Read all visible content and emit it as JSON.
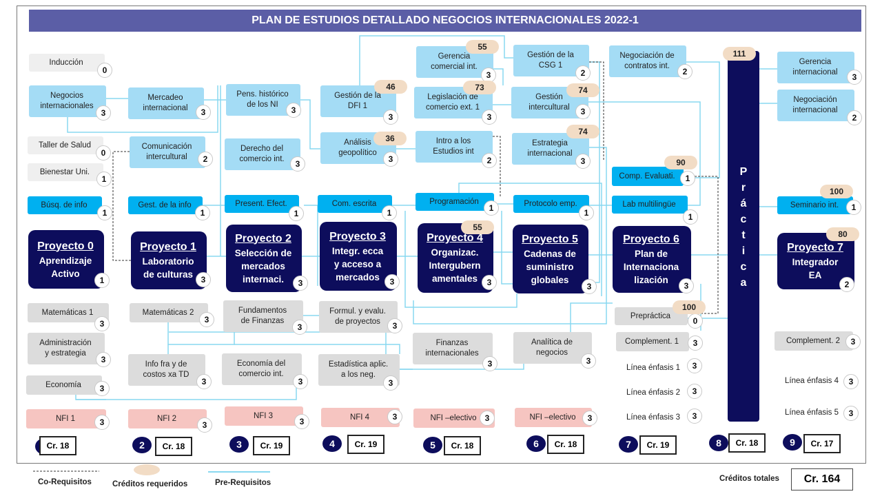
{
  "title": "PLAN DE ESTUDIOS DETALLADO NEGOCIOS INTERNACIONALES 2022-1",
  "colors": {
    "title_bg": "#5b5ea6",
    "project_bg": "#0d0d5c",
    "light_blue": "#a4dcf5",
    "blue": "#00b0f0",
    "gray": "#dcdcdc",
    "pink": "#f6c5c1",
    "req_badge": "#f2dcc5",
    "prereq_line": "#88d8f0"
  },
  "courses": [
    {
      "id": "induccion",
      "label": "Inducción",
      "credits": "0"
    },
    {
      "id": "negocios",
      "label": "Negocios\ninternacionales",
      "credits": "3"
    },
    {
      "id": "taller",
      "label": "Taller de Salud",
      "credits": "0"
    },
    {
      "id": "bienestar",
      "label": "Bienestar Uni.",
      "credits": "1"
    },
    {
      "id": "busq",
      "label": "Búsq. de info",
      "credits": "1"
    },
    {
      "id": "mercadeo",
      "label": "Mercadeo\ninternacional",
      "credits": "3"
    },
    {
      "id": "comunicacion",
      "label": "Comunicación\nintercultural",
      "credits": "2"
    },
    {
      "id": "gestinfo",
      "label": "Gest. de la info",
      "credits": "1"
    },
    {
      "id": "pens",
      "label": "Pens. histórico\nde los NI",
      "credits": "3"
    },
    {
      "id": "derecho",
      "label": "Derecho del\ncomercio int.",
      "credits": "3"
    },
    {
      "id": "present",
      "label": "Present. Efect.",
      "credits": "1"
    },
    {
      "id": "dfi",
      "label": "Gestión de la\nDFI 1",
      "credits": "3"
    },
    {
      "id": "analisis",
      "label": "Análisis\ngeopolítico",
      "credits": "3"
    },
    {
      "id": "comescrita",
      "label": "Com. escrita",
      "credits": "1"
    },
    {
      "id": "gercom",
      "label": "Gerencia\ncomercial int.",
      "credits": "3"
    },
    {
      "id": "legis",
      "label": "Legislación de\ncomercio ext. 1",
      "credits": "3"
    },
    {
      "id": "intro",
      "label": "Intro a los\nEstudios int",
      "credits": "2"
    },
    {
      "id": "programacion",
      "label": "Programación",
      "credits": "1"
    },
    {
      "id": "csg",
      "label": "Gestión de la\nCSG 1",
      "credits": "2"
    },
    {
      "id": "gestint",
      "label": "Gestión\nintercultural",
      "credits": "3"
    },
    {
      "id": "estrategia",
      "label": "Estrategia\ninternacional",
      "credits": "3"
    },
    {
      "id": "protocolo",
      "label": "Protocolo emp.",
      "credits": "1"
    },
    {
      "id": "negcont",
      "label": "Negociación de\ncontratos int.",
      "credits": "2"
    },
    {
      "id": "compeval",
      "label": "Comp. Evaluati.",
      "credits": "1"
    },
    {
      "id": "labmul",
      "label": "Lab multilingüe",
      "credits": "1"
    },
    {
      "id": "gerint",
      "label": "Gerencia\ninternacional",
      "credits": "3"
    },
    {
      "id": "negint",
      "label": "Negociación\ninternacional",
      "credits": "2"
    },
    {
      "id": "seminario",
      "label": "Seminario int.",
      "credits": "1"
    },
    {
      "id": "mate1",
      "label": "Matemáticas 1",
      "credits": "3"
    },
    {
      "id": "admin",
      "label": "Administración\ny estrategia",
      "credits": "3"
    },
    {
      "id": "economia",
      "label": "Economía",
      "credits": "3"
    },
    {
      "id": "mate2",
      "label": "Matemáticas 2",
      "credits": "3"
    },
    {
      "id": "infofra",
      "label": "Info fra y de\ncostos xa TD",
      "credits": "3"
    },
    {
      "id": "fundfin",
      "label": "Fundamentos\nde Finanzas",
      "credits": "3"
    },
    {
      "id": "econcom",
      "label": "Economía del\ncomercio int.",
      "credits": "3"
    },
    {
      "id": "formul",
      "label": "Formul. y evalu.\nde proyectos",
      "credits": "3"
    },
    {
      "id": "estad",
      "label": "Estadística aplic.\na los neg.",
      "credits": "3"
    },
    {
      "id": "finint",
      "label": "Finanzas\ninternacionales",
      "credits": "3"
    },
    {
      "id": "analitica",
      "label": "Analítica de\nnegocios",
      "credits": "3"
    },
    {
      "id": "prepractica",
      "label": "Prepráctica",
      "credits": "0"
    },
    {
      "id": "comp1",
      "label": "Complement. 1",
      "credits": "3"
    },
    {
      "id": "comp2",
      "label": "Complement. 2",
      "credits": "3"
    },
    {
      "id": "enf1",
      "label": "Línea énfasis 1",
      "credits": "3"
    },
    {
      "id": "enf2",
      "label": "Línea énfasis 2",
      "credits": "3"
    },
    {
      "id": "enf3",
      "label": "Línea énfasis 3",
      "credits": "3"
    },
    {
      "id": "enf4",
      "label": "Línea énfasis 4",
      "credits": "3"
    },
    {
      "id": "enf5",
      "label": "Línea énfasis 5",
      "credits": "3"
    },
    {
      "id": "nfi1",
      "label": "NFI 1",
      "credits": "3"
    },
    {
      "id": "nfi2",
      "label": "NFI 2",
      "credits": "3"
    },
    {
      "id": "nfi3",
      "label": "NFI  3",
      "credits": "3"
    },
    {
      "id": "nfi4",
      "label": "NFI  4",
      "credits": "3"
    },
    {
      "id": "nfie1",
      "label": "NFI –electivo",
      "credits": "3"
    },
    {
      "id": "nfie2",
      "label": "NFI –electivo",
      "credits": "3"
    }
  ],
  "projects": [
    {
      "id": "p0",
      "title": "Proyecto 0",
      "subtitle": "Aprendizaje\nActivo",
      "credits": "1"
    },
    {
      "id": "p1",
      "title": "Proyecto 1",
      "subtitle": "Laboratorio\nde culturas",
      "credits": "3"
    },
    {
      "id": "p2",
      "title": "Proyecto 2",
      "subtitle": "Selección de\nmercados\ninternaci.",
      "credits": "3"
    },
    {
      "id": "p3",
      "title": "Proyecto 3",
      "subtitle": "Integr. ecca\ny acceso a\nmercados",
      "credits": "3"
    },
    {
      "id": "p4",
      "title": "Proyecto 4",
      "subtitle": "Organizac.\nIntergubern\namentales",
      "credits": "3"
    },
    {
      "id": "p5",
      "title": "Proyecto 5",
      "subtitle": "Cadenas de\nsuministro\nglobales",
      "credits": "3"
    },
    {
      "id": "p6",
      "title": "Proyecto 6",
      "subtitle": "Plan de\nInternaciona\nlización",
      "credits": "3"
    },
    {
      "id": "p7",
      "title": "Proyecto 7",
      "subtitle": "Integrador\nEA",
      "credits": "2"
    }
  ],
  "required_credits": [
    {
      "course": "gercom",
      "value": "55"
    },
    {
      "course": "dfi",
      "value": "46"
    },
    {
      "course": "legis",
      "value": "73"
    },
    {
      "course": "analisis",
      "value": "36"
    },
    {
      "course": "gestint",
      "value": "74"
    },
    {
      "course": "estrategia",
      "value": "74"
    },
    {
      "course": "compeval",
      "value": "90"
    },
    {
      "course": "practica",
      "value": "111"
    },
    {
      "course": "seminario",
      "value": "100"
    },
    {
      "course": "p7",
      "value": "80"
    },
    {
      "course": "p4",
      "value": "55"
    },
    {
      "course": "prepractica",
      "value": "100"
    }
  ],
  "practica": {
    "label": "Práctica"
  },
  "semesters": [
    {
      "number": "1",
      "credits": "Cr. 18"
    },
    {
      "number": "2",
      "credits": "Cr. 18"
    },
    {
      "number": "3",
      "credits": "Cr. 19"
    },
    {
      "number": "4",
      "credits": "Cr. 19"
    },
    {
      "number": "5",
      "credits": "Cr. 18"
    },
    {
      "number": "6",
      "credits": "Cr. 18"
    },
    {
      "number": "7",
      "credits": "Cr. 19"
    },
    {
      "number": "8",
      "credits": "Cr. 18"
    },
    {
      "number": "9",
      "credits": "Cr. 17"
    }
  ],
  "legend": {
    "corequisites": "Co-Requisitos",
    "required": "Créditos requeridos",
    "prerequisites": "Pre-Requisitos"
  },
  "total": {
    "label": "Créditos totales",
    "value": "Cr. 164"
  }
}
